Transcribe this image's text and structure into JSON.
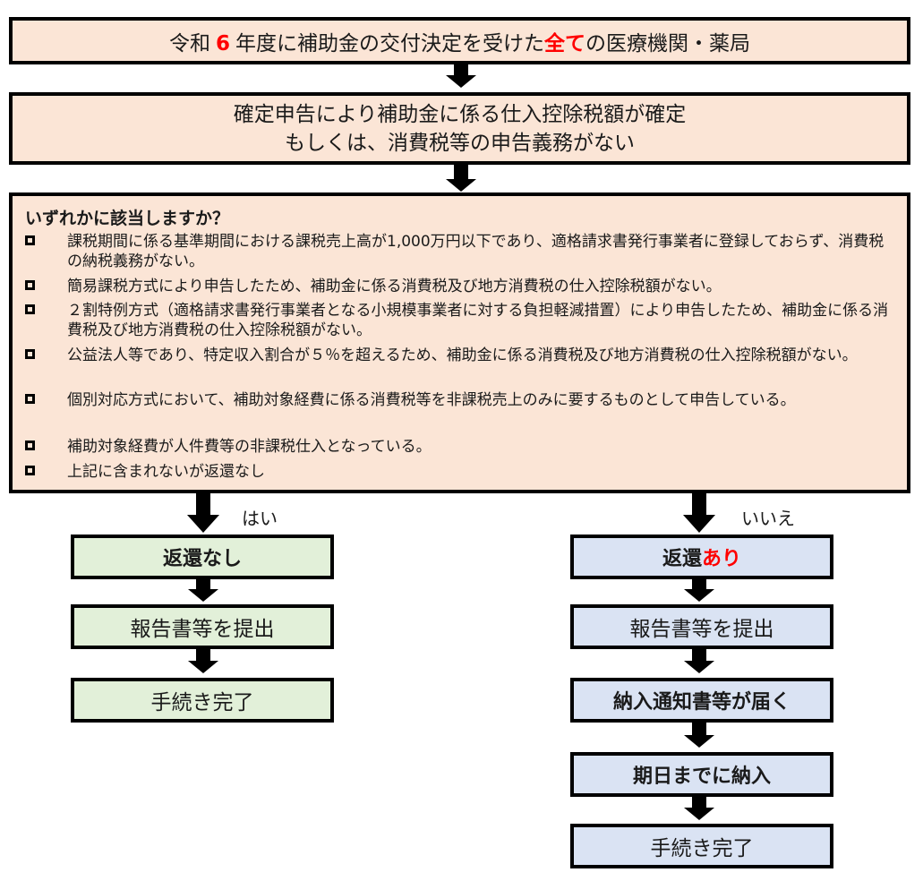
{
  "box1": {
    "prefix": "令和",
    "year": "6",
    "middle": "年度に補助金の交付決定を受けた",
    "all": "全て",
    "suffix": "の医療機関・薬局"
  },
  "box2": {
    "line1": "確定申告により補助金に係る仕入控除税額が確定",
    "line2": "もしくは、消費税等の申告義務がない"
  },
  "box3": {
    "title": "いずれかに該当しますか？",
    "items": [
      "課税期間に係る基準期間における課税売上高が1,000万円以下であり、適格請求書発行事業者に登録しておらず、消費税の納税義務がない。",
      "簡易課税方式により申告したため、補助金に係る消費税及び地方消費税の仕入控除税額がない。",
      "２割特例方式（適格請求書発行事業者となる小規模事業者に対する負担軽減措置）により申告したため、補助金に係る消費税及び地方消費税の仕入控除税額がない。",
      "公益法人等であり、特定収入割合が５％を超えるため、補助金に係る消費税及び地方消費税の仕入控除税額がない。",
      "個別対応方式において、補助対象経費に係る消費税等を非課税売上のみに要するものとして申告している。",
      "補助対象経費が人件費等の非課税仕入となっている。",
      "上記に含まれないが返還なし"
    ]
  },
  "yes_label": "はい",
  "no_label": "いいえ",
  "left": {
    "step1": "返還なし",
    "step2": "報告書等を提出",
    "step3": "手続き完了"
  },
  "right": {
    "step1_prefix": "返還",
    "step1_red": "あり",
    "step2": "報告書等を提出",
    "step3": "納入通知書等が届く",
    "step4": "期日までに納入",
    "step5": "手続き完了"
  },
  "colors": {
    "pink": "#fbe5d6",
    "green": "#e2f0d9",
    "blue": "#dae3f3",
    "accent_red": "#ff0000"
  }
}
